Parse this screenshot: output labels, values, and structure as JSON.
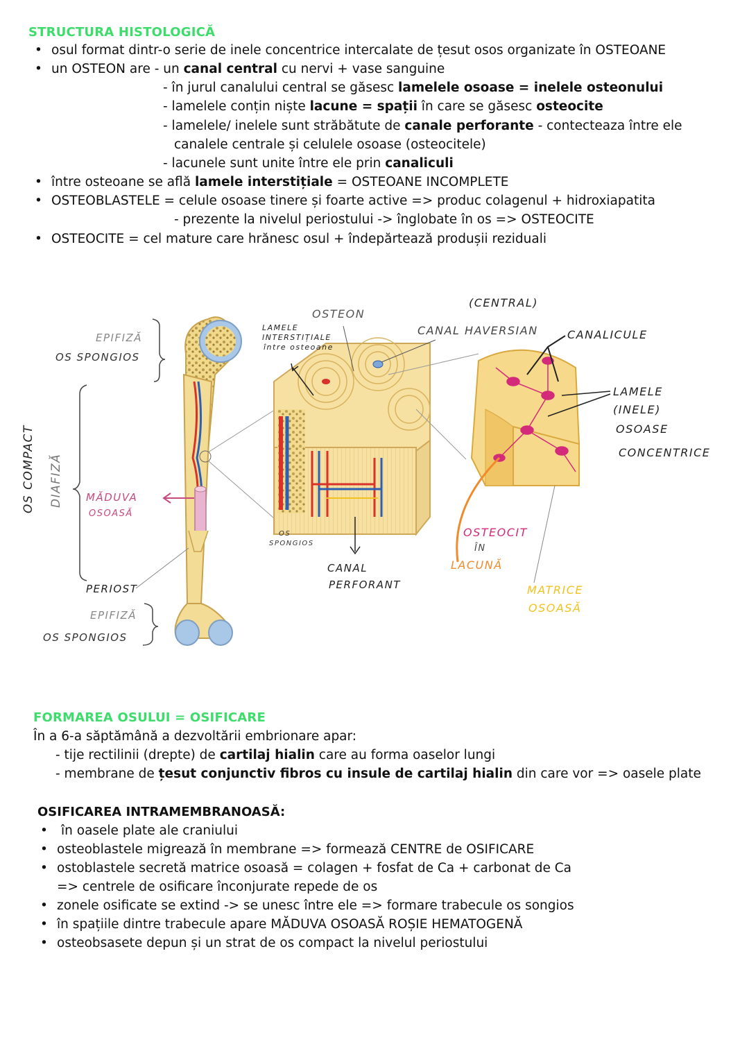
{
  "section1": {
    "title": "STRUCTURA HISTOLOGICĂ",
    "l1": "osul format dintr-o serie de inele concentrice intercalate de țesut osos organizate în OSTEOANE",
    "l2a": "un OSTEON are - un ",
    "l2b": "canal central",
    "l2c": " cu nervi + vase sanguine",
    "l3a": "- în jurul canalului central se găsesc ",
    "l3b": "lamelele osoase = inelele osteonului",
    "l4a": "- lamelele conțin niște ",
    "l4b": "lacune = spații",
    "l4c": " în care se găsesc ",
    "l4d": "osteocite",
    "l5a": "- lamelele/ inelele sunt străbătute de ",
    "l5b": "canale perforante",
    "l5c": " - contecteaza între ele",
    "l6": "canalele centrale și celulele osoase (osteocitele)",
    "l7a": "- lacunele sunt unite între ele prin ",
    "l7b": "canaliculi",
    "l8a": "între osteoane se află ",
    "l8b": "lamele interstițiale",
    "l8c": " = OSTEOANE INCOMPLETE",
    "l9": "OSTEOBLASTELE = celule osoase tinere și foarte active => produc colagenul + hidroxiapatita",
    "l10": "- prezente la nivelul periostului -> înglobate în os => OSTEOCITE",
    "l11": "OSTEOCITE = cel mature care hrănesc osul + îndepărtează produșii reziduali"
  },
  "diagram": {
    "epifiza_top": "EPIFIZĂ",
    "os_spongios_top": "OS SPONGIOS",
    "os_compact": "OS COMPACT",
    "diafiza": "DIAFIZĂ",
    "maduva": "MĂDUVA",
    "osoasa": "OSOASĂ",
    "periost": "PERIOST",
    "epifiza_bottom": "EPIFIZĂ",
    "os_spongios_bottom": "OS SPONGIOS",
    "lamele_1": "LAMELE",
    "lamele_2": "INTERSTIȚIALE",
    "lamele_3": "între osteoane",
    "osteon": "OSTEON",
    "central": "(CENTRAL)",
    "canal_haversian": "CANAL HAVERSIAN",
    "canalicule": "CANALICULE",
    "os_sp_small_1": "OS",
    "os_sp_small_2": "SPONGIOS",
    "canal_perforant_1": "CANAL",
    "canal_perforant_2": "PERFORANT",
    "osteocit": "OSTEOCIT",
    "in": "ÎN",
    "lacuna": "LACUNĂ",
    "lamele_r1": "LAMELE",
    "lamele_r2": "(INELE)",
    "lamele_r3": "OSOASE",
    "lamele_r4": "CONCENTRICE",
    "matrice_1": "MATRICE",
    "matrice_2": "OSOASĂ",
    "colors": {
      "bone": "#f3dc95",
      "bone_dark": "#e6bd5a",
      "cartilage": "#a9c7e6",
      "vessel_red": "#d8322b",
      "vessel_blue": "#2f5fb3",
      "marrow": "#e8b4cf",
      "osteocyte": "#d42a7a",
      "lacuna_orange": "#f08a2a",
      "matrix_yellow": "#f2c21f",
      "maduva_pink": "#c9497f"
    }
  },
  "section2": {
    "title": "FORMAREA OSULUI = OSIFICARE",
    "l1": "În a 6-a săptămână a dezvoltării embrionare apar:",
    "l2a": "- tije rectilinii (drepte) de ",
    "l2b": "cartilaj hialin",
    "l2c": " care au forma oaselor lungi",
    "l3a": "- membrane de ",
    "l3b": "țesut conjunctiv fibros cu insule de cartilaj hialin",
    "l3c": " din care vor => oasele plate"
  },
  "section3": {
    "title": "OSIFICAREA INTRAMEMBRANOASĂ:",
    "l1": "în oasele plate ale craniului",
    "l2": "osteoblastele migrează în membrane => formează CENTRE de OSIFICARE",
    "l3": "ostoblastele secretă matrice osoasă = colagen + fosfat de Ca + carbonat de Ca",
    "l4": "=> centrele de osificare înconjurate repede de os",
    "l5": "zonele osificate se extind -> se unesc între ele => formare trabecule os songios",
    "l6": "în spațiile dintre trabecule apare MĂDUVA OSOASĂ ROȘIE HEMATOGENĂ",
    "l7": "osteobsasete depun și un strat de os compact la nivelul periostului"
  }
}
